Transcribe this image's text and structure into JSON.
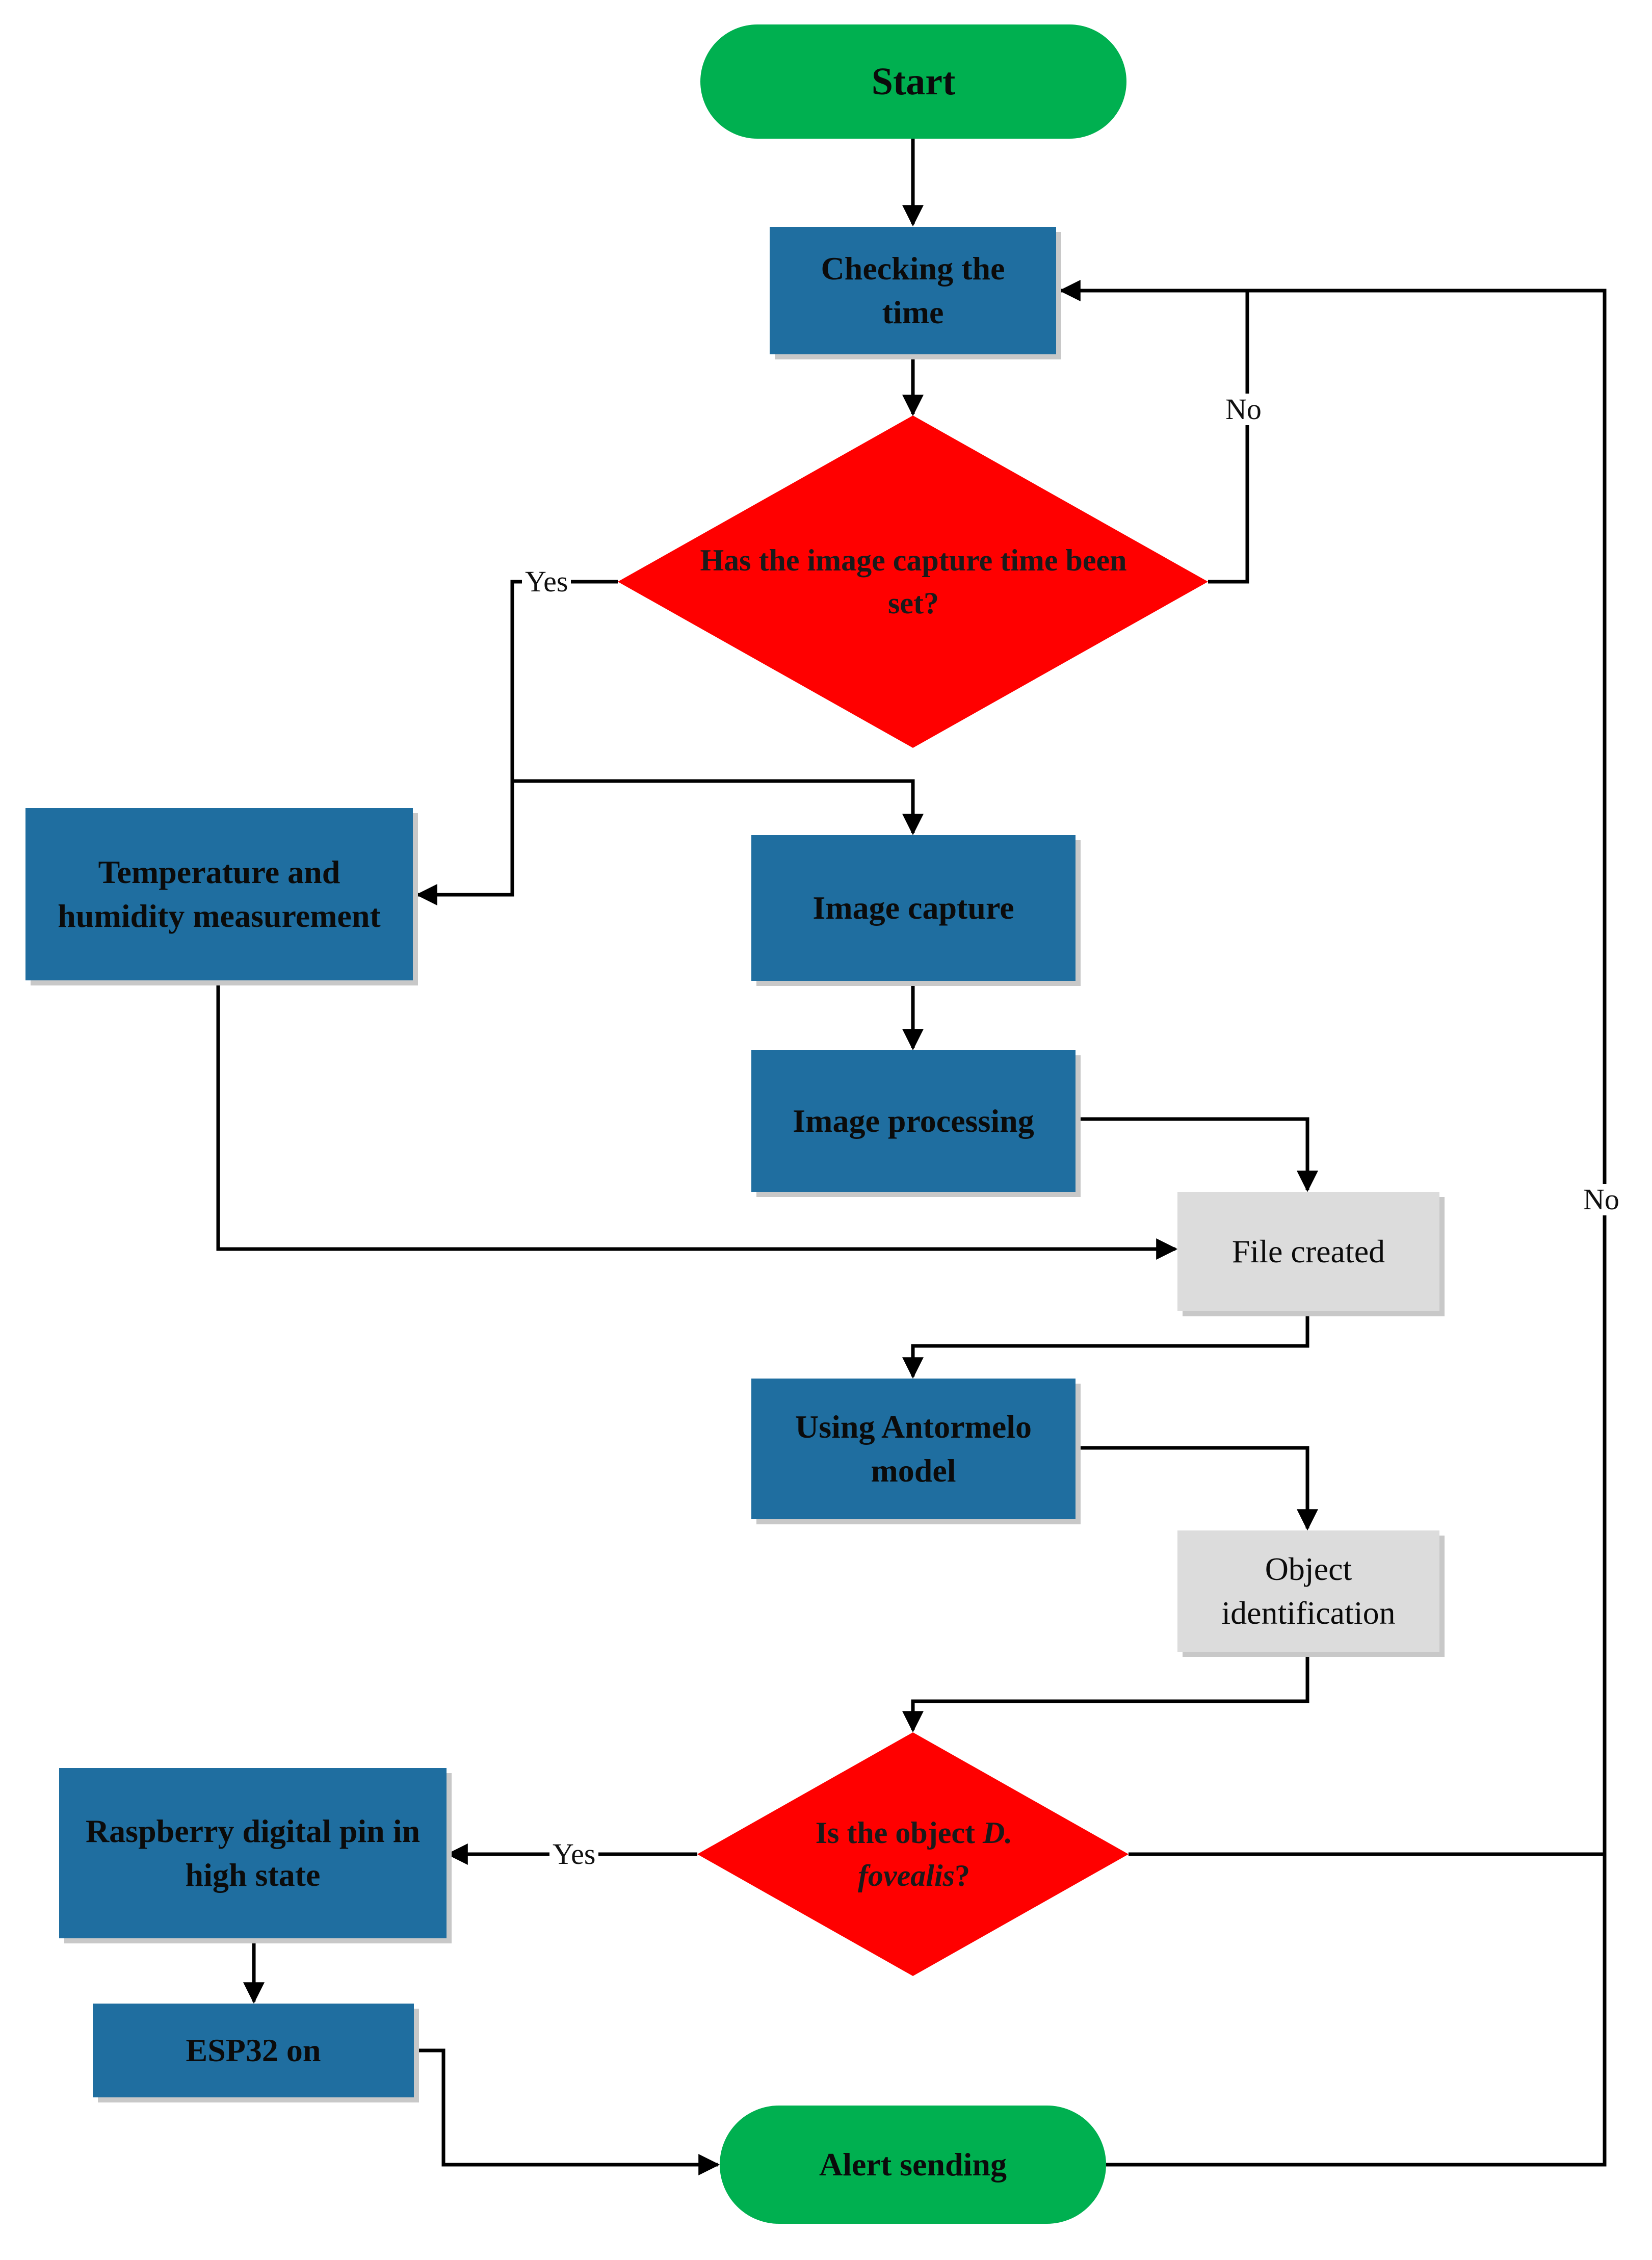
{
  "flowchart": {
    "start": "Start",
    "check_time": "Checking the time",
    "decision_capture_time": "Has the image capture time been set?",
    "temp_humidity": "Temperature and humidity measurement",
    "image_capture": "Image capture",
    "image_processing": "Image processing",
    "file_created": "File created",
    "antormelo_model": "Using Antormelo model",
    "object_identification": "Object identification",
    "decision_object_prefix": "Is the object ",
    "decision_object_species": "D. fovealis",
    "decision_object_suffix": "?",
    "raspberry_pin": "Raspberry digital pin in high state",
    "esp32_on": "ESP32 on",
    "alert_sending": "Alert sending"
  },
  "labels": {
    "yes_capture": "Yes",
    "no_capture": "No",
    "yes_object": "Yes",
    "no_object": "No"
  },
  "colors": {
    "terminal": "#00b050",
    "process": "#1f6ea0",
    "decision": "#ff0000",
    "data_box": "#dcdcdc",
    "connector": "#000000"
  }
}
